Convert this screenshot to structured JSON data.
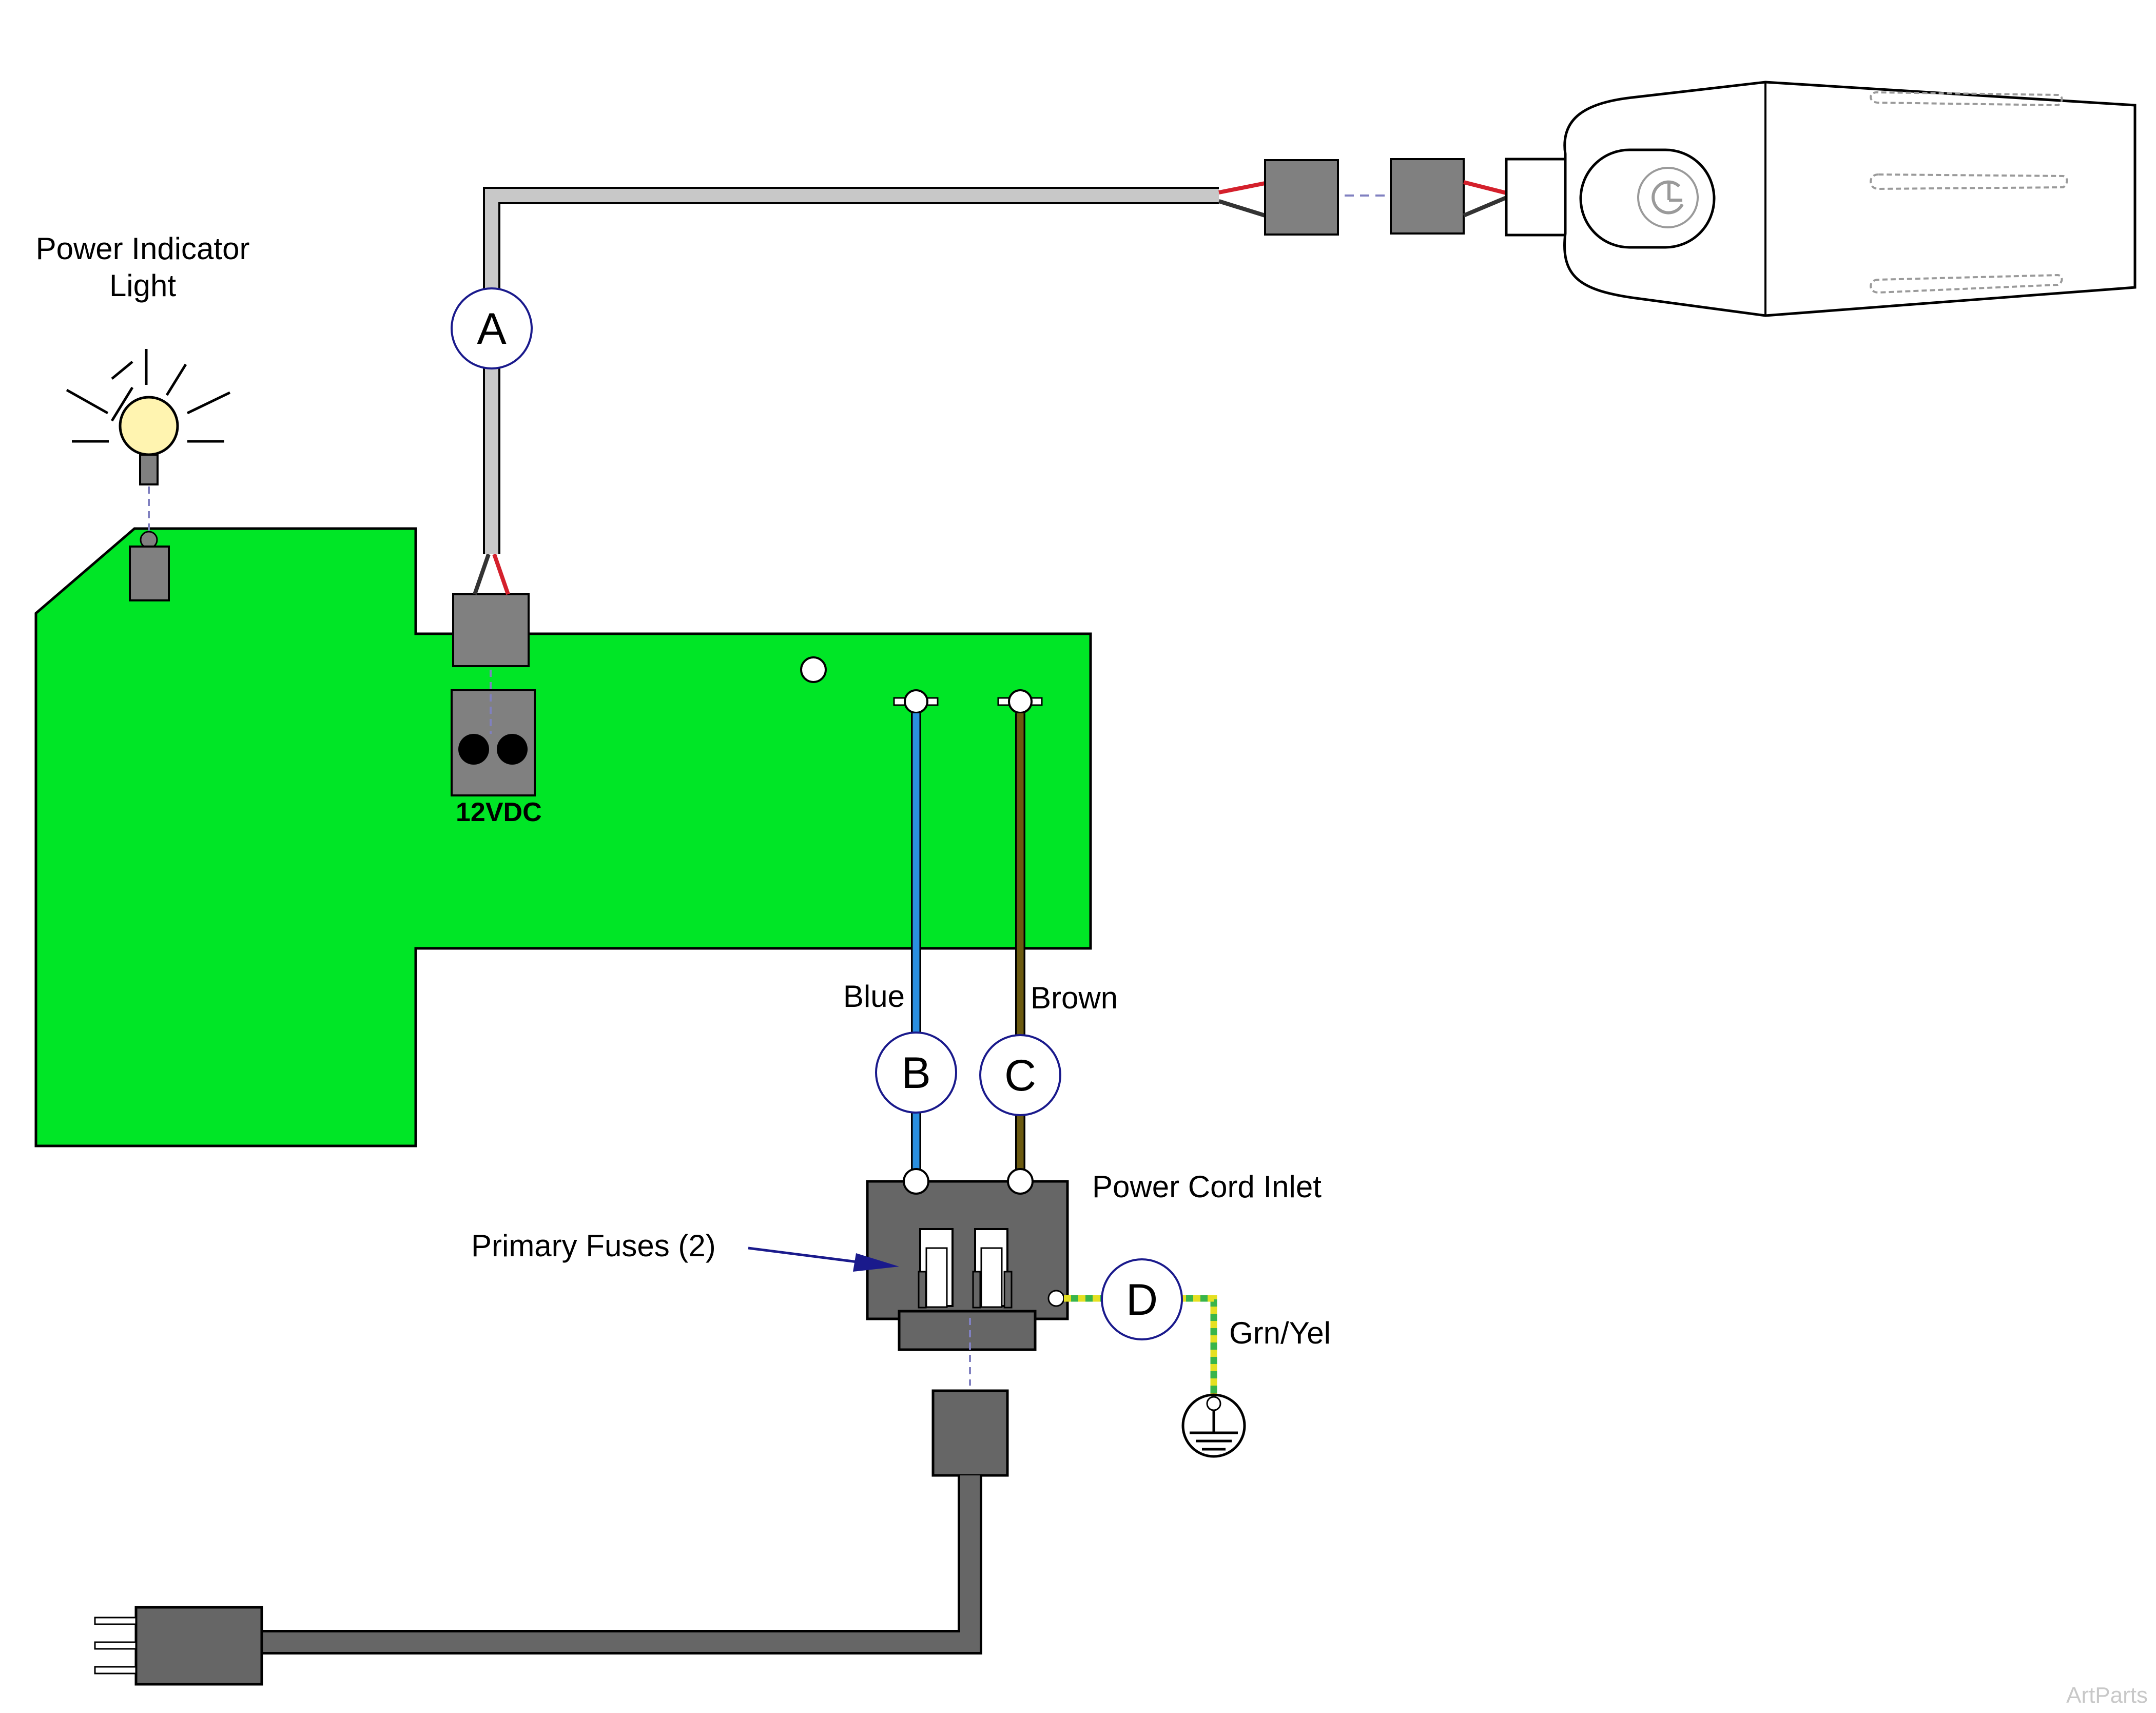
{
  "labels": {
    "power_indicator_line1": "Power Indicator",
    "power_indicator_line2": "Light",
    "pcb_connector": "12VDC",
    "blue_wire": "Blue",
    "brown_wire": "Brown",
    "power_cord_inlet": "Power Cord Inlet",
    "primary_fuses": "Primary Fuses (2)",
    "ground_wire": "Grn/Yel",
    "watermark": "ArtParts"
  },
  "callouts": {
    "a": "A",
    "b": "B",
    "c": "C",
    "d": "D"
  },
  "colors": {
    "pcb": "#00e626",
    "blue_wire": "#2a8fe0",
    "brown_wire": "#6b5a10",
    "ground_green": "#39b54a",
    "ground_yellow": "#e5e022",
    "red_wire": "#d4202c",
    "black_wire": "#333333",
    "connector": "#808080",
    "inlet": "#666666",
    "callout_border": "#1a1a8c",
    "bulb": "#fff4b0"
  }
}
